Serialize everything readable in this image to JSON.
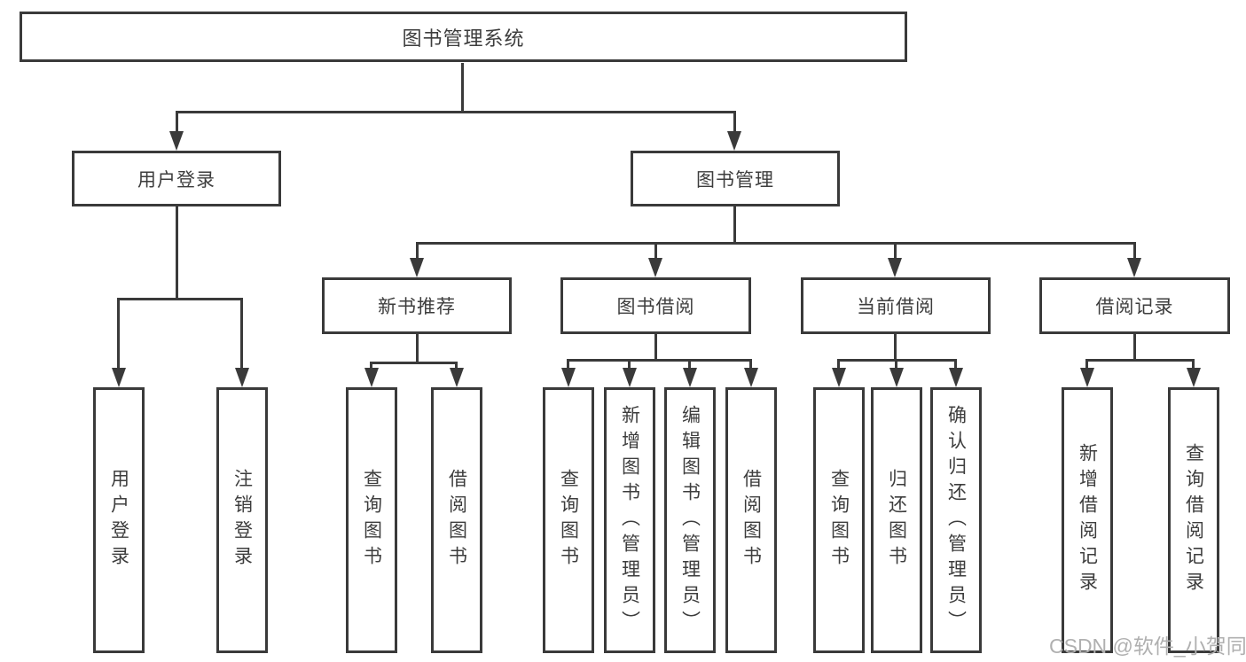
{
  "diagram_title": "图书管理系统",
  "watermark": "CSDN @软件_小贺同学",
  "colors": {
    "line": "#3a3a3a",
    "text": "#3d3d3d",
    "watermark": "#b0b0b0",
    "background": "#ffffff"
  },
  "nodes": {
    "root": "图书管理系统",
    "login_group": "用户登录",
    "mgmt_group": "图书管理",
    "new_book_rec": "新书推荐",
    "book_borrow": "图书借阅",
    "current_borrow": "当前借阅",
    "borrow_record": "借阅记录",
    "login_user": "用户登录",
    "login_logout": "注销登录",
    "rec_query": "查询图书",
    "rec_borrow": "借阅图书",
    "bb_query": "查询图书",
    "bb_add": "新增图书（管理员）",
    "bb_edit": "编辑图书（管理员）",
    "bb_borrow": "借阅图书",
    "cb_query": "查询图书",
    "cb_return": "归还图书",
    "cb_confirm": "确认归还（管理员）",
    "br_add": "新增借阅记录",
    "br_query": "查询借阅记录"
  },
  "hierarchy": {
    "图书管理系统": {
      "用户登录": [
        "用户登录",
        "注销登录"
      ],
      "图书管理": {
        "新书推荐": [
          "查询图书",
          "借阅图书"
        ],
        "图书借阅": [
          "查询图书",
          "新增图书（管理员）",
          "编辑图书（管理员）",
          "借阅图书"
        ],
        "当前借阅": [
          "查询图书",
          "归还图书",
          "确认归还（管理员）"
        ],
        "借阅记录": [
          "新增借阅记录",
          "查询借阅记录"
        ]
      }
    }
  }
}
